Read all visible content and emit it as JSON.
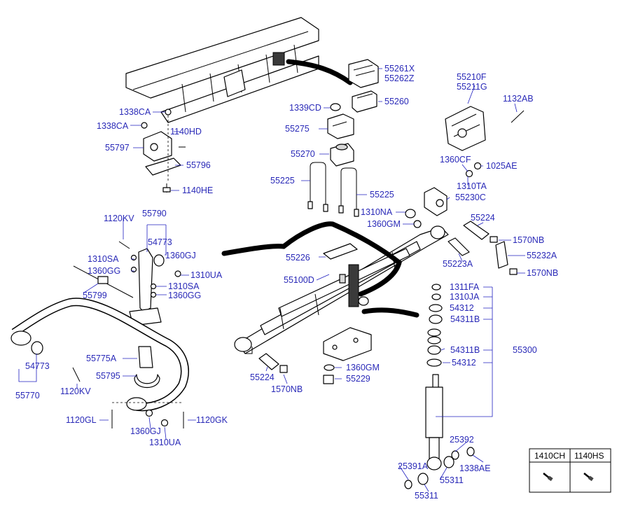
{
  "labels": {
    "l55261x": "55261X",
    "l55262z": "55262Z",
    "l55260": "55260",
    "l1339cd": "1339CD",
    "l55275": "55275",
    "l55270": "55270",
    "l55225a": "55225",
    "l55225b": "55225",
    "l1338ca_a": "1338CA",
    "l1338ca_b": "1338CA",
    "l1140hd": "1140HD",
    "l55797": "55797",
    "l55796": "55796",
    "l1140he": "1140HE",
    "l55210f": "55210F",
    "l55211g": "55211G",
    "l1132ab": "1132AB",
    "l1360cf": "1360CF",
    "l1025ae": "1025AE",
    "l1310ta": "1310TA",
    "l55230c": "55230C",
    "l1310na": "1310NA",
    "l1360gm_a": "1360GM",
    "l55224a": "55224",
    "l1570nb_a": "1570NB",
    "l55232a": "55232A",
    "l55223a": "55223A",
    "l1570nb_b": "1570NB",
    "l1120kv_a": "1120KV",
    "l55790": "55790",
    "l54773a": "54773",
    "l1360gj_a": "1360GJ",
    "l1310sa_a": "1310SA",
    "l1310ua_a": "1310UA",
    "l1360gg_a": "1360GG",
    "l1310sa_b": "1310SA",
    "l55799": "55799",
    "l1360gg_b": "1360GG",
    "l55226": "55226",
    "l55100d": "55100D",
    "l1311fa": "1311FA",
    "l1310ja": "1310JA",
    "l54312a": "54312",
    "l54311b_a": "54311B",
    "l55300": "55300",
    "l54311b_b": "54311B",
    "l54312b": "54312",
    "l54773b": "54773",
    "l55770": "55770",
    "l55775a": "55775A",
    "l55795": "55795",
    "l1120kv_b": "1120KV",
    "l55224b": "55224",
    "l1570nb_c": "1570NB",
    "l1360gm_b": "1360GM",
    "l55229": "55229",
    "l1120gl": "1120GL",
    "l1360gj_b": "1360GJ",
    "l1310ua_b": "1310UA",
    "l1120gk": "1120GK",
    "l25392": "25392",
    "l25391a": "25391A",
    "l1338ae": "1338AE",
    "l55311a": "55311",
    "l55311b": "55311"
  },
  "table": {
    "col1": "1410CH",
    "col2": "1140HS"
  },
  "colors": {
    "label": "#2a2ab8",
    "line": "#000000"
  }
}
